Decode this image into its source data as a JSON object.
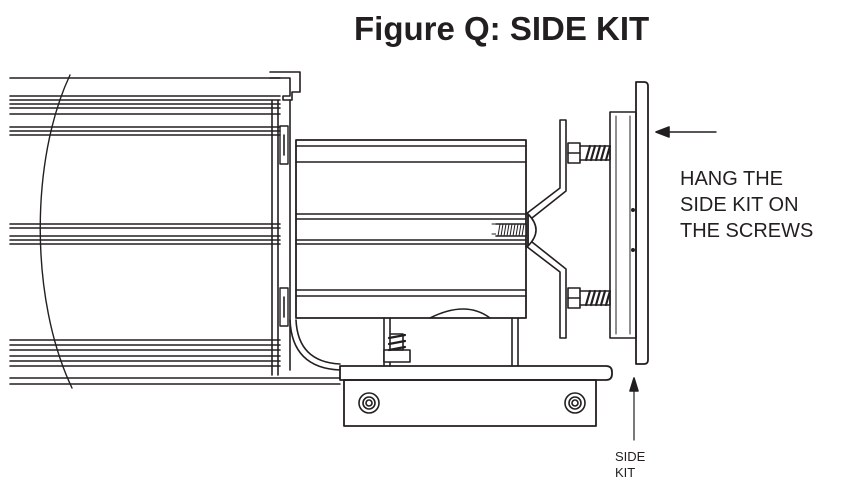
{
  "figure": {
    "title": "Figure Q: SIDE KIT"
  },
  "callouts": {
    "instruction_lines": [
      "HANG THE",
      "SIDE KIT ON",
      "THE SCREWS"
    ],
    "side_kit_lines": [
      "SIDE",
      "KIT"
    ]
  },
  "colors": {
    "ink": "#231f20",
    "background": "#ffffff"
  }
}
